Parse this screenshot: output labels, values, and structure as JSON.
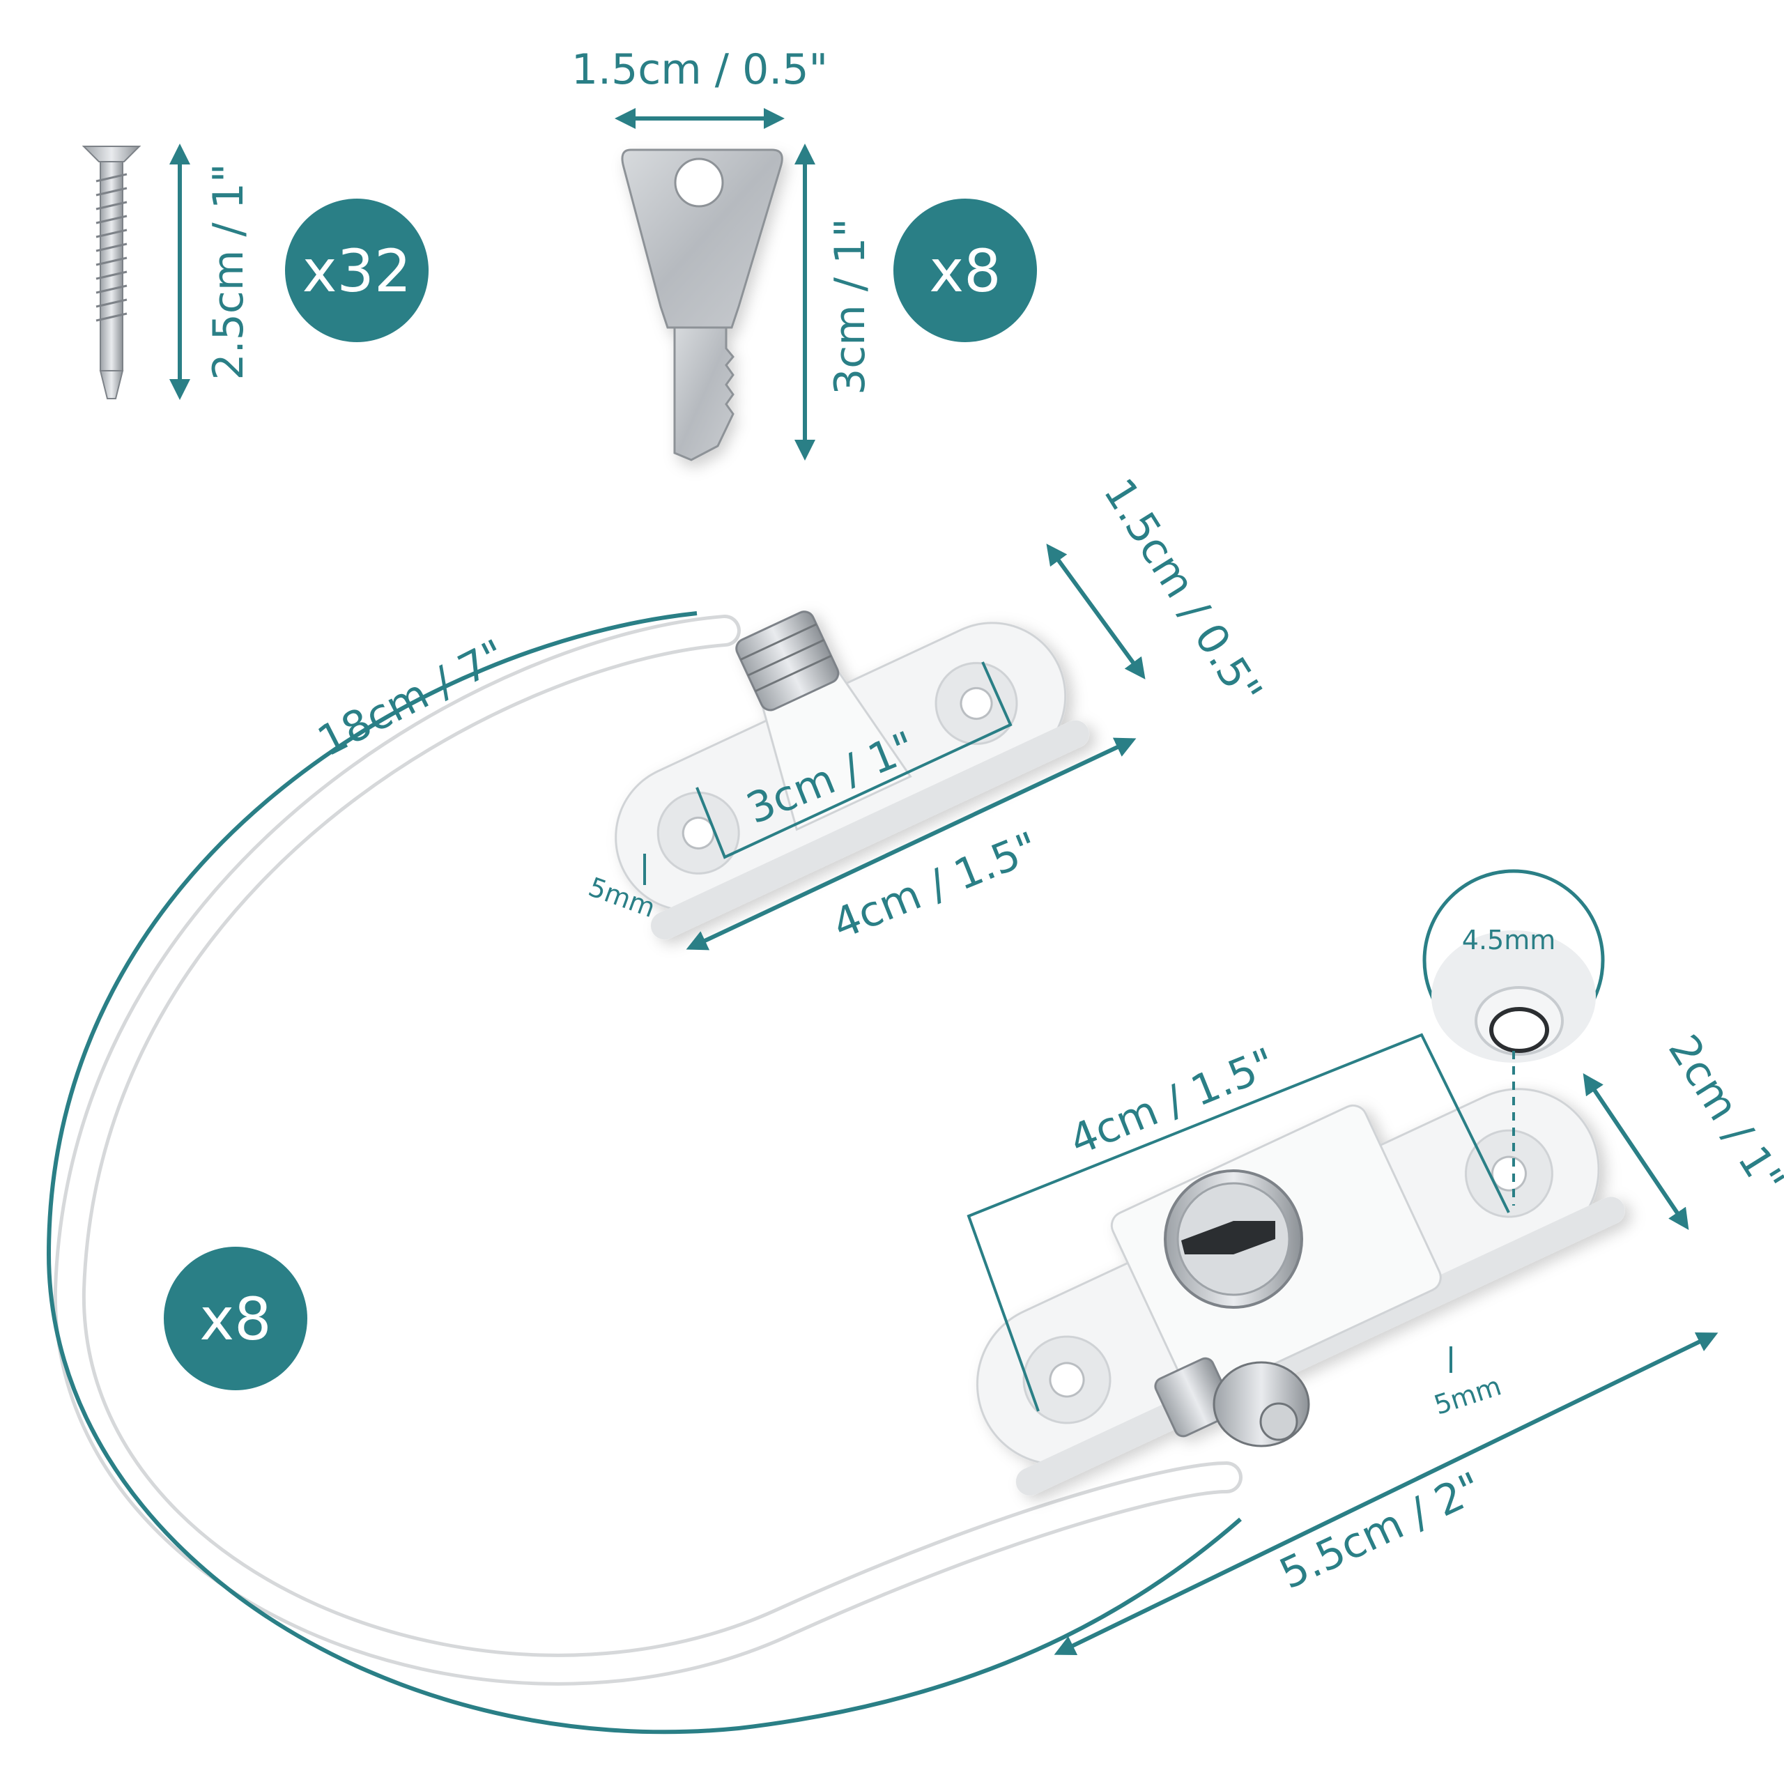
{
  "colors": {
    "accent": "#2a7f86",
    "part": "#ffffff",
    "metal": "#c9ccd0"
  },
  "screw": {
    "height_label": "2.5cm / 1\"",
    "quantity": "x32"
  },
  "key": {
    "width_label": "1.5cm / 0.5\"",
    "height_label": "3cm / 1\"",
    "quantity": "x8"
  },
  "cable": {
    "length_label": "18cm / 7\"",
    "quantity": "x8"
  },
  "small_bracket": {
    "width_label": "1.5cm / 0.5\"",
    "hole_spacing_label": "3cm  / 1\"",
    "length_label": "4cm  / 1.5\"",
    "thickness_label": "5mm"
  },
  "lock_bracket": {
    "hole_spacing_label": "4cm / 1.5\"",
    "length_label": "5.5cm / 2\"",
    "width_label": "2cm / 1\"",
    "thickness_label": "5mm",
    "hole_diameter_label": "4.5mm"
  }
}
